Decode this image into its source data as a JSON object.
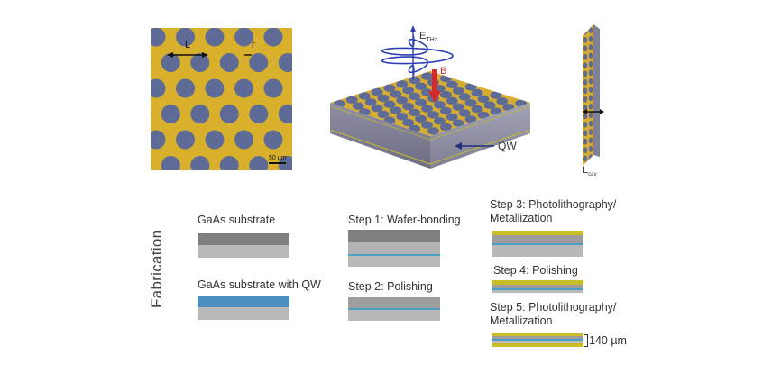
{
  "colors": {
    "gold": "#d9b02c",
    "dot": "#5e6b96",
    "gaas_dark": "#7f7f7f",
    "gaas_light": "#b9b9b9",
    "qw": "#4a8fbf",
    "metal": "#c9bd2a",
    "arrow_red": "#d42a2a",
    "wave_blue": "#2a3fb4"
  },
  "micrograph": {
    "label_L": "L",
    "label_r": "r",
    "scalebar": "50 µm"
  },
  "sample3d": {
    "field_label": "E",
    "field_sub": "THz",
    "b_label": "B",
    "qw_label": "QW"
  },
  "side": {
    "cav_label": "L",
    "cav_sub": "cav"
  },
  "fabrication": {
    "title": "Fabrication",
    "substrate": "GaAs substrate",
    "substrate_qw": "GaAs substrate with QW",
    "step1": "Step 1: Wafer-bonding",
    "step2": "Step 2: Polishing",
    "step3_line1": "Step 3: Photolithography/",
    "step3_line2": "Metallization",
    "step4": "Step 4: Polishing",
    "step5_line1": "Step 5: Photolithography/",
    "step5_line2": "Metallization",
    "thickness": "140 µm"
  }
}
